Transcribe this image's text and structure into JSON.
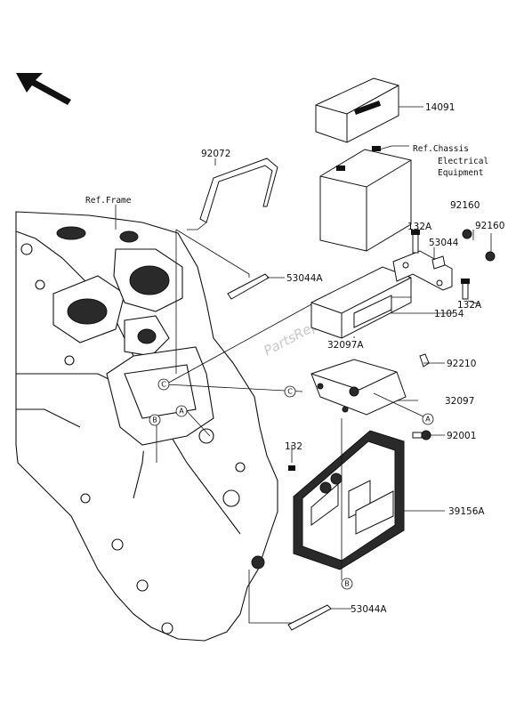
{
  "diagram": {
    "labels": {
      "p14091": "14091",
      "ref_chassis_1": "Ref.Chassis",
      "ref_chassis_2": "Electrical",
      "ref_chassis_3": "Equipment",
      "p92072": "92072",
      "ref_frame": "Ref.Frame",
      "p92160a": "92160",
      "p92160b": "92160",
      "p132a_top": "132A",
      "p53044": "53044",
      "p53044a_top": "53044A",
      "p132a_right": "132A",
      "p11054": "11054",
      "p32097a": "32097A",
      "p92210": "92210",
      "p32097": "32097",
      "p92001": "92001",
      "p132": "132",
      "p39156a": "39156A",
      "p53044a_bottom": "53044A"
    },
    "callouts": {
      "a": "A",
      "b": "B",
      "c": "C"
    },
    "watermark": "PartsRepublik"
  }
}
